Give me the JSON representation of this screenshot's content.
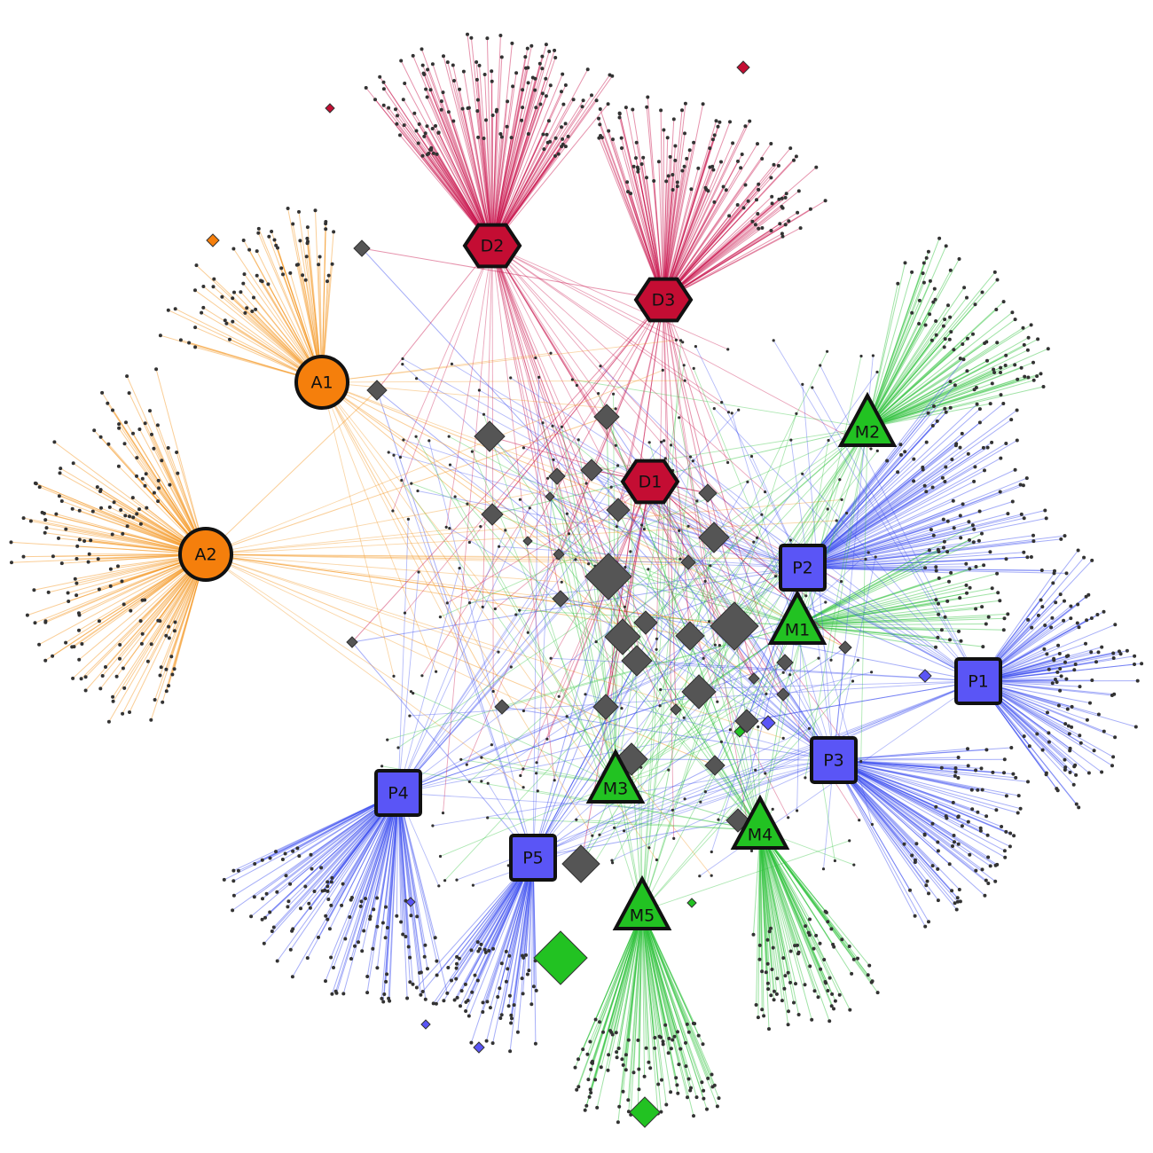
{
  "groups": {
    "A": {
      "color": "#f39219",
      "hub_fill": "#f57f0c",
      "kind": "circle"
    },
    "D": {
      "color": "#c8104a",
      "hub_fill": "#c40d33",
      "kind": "hexagon"
    },
    "M": {
      "color": "#2cc23a",
      "hub_fill": "#22c222",
      "kind": "triangle"
    },
    "P": {
      "color": "#3a4cf0",
      "hub_fill": "#5a55f6",
      "kind": "square"
    }
  },
  "hubs": [
    {
      "id": "A1",
      "label": "A1",
      "group": "A"
    },
    {
      "id": "A2",
      "label": "A2",
      "group": "A"
    },
    {
      "id": "D1",
      "label": "D1",
      "group": "D"
    },
    {
      "id": "D2",
      "label": "D2",
      "group": "D"
    },
    {
      "id": "D3",
      "label": "D3",
      "group": "D"
    },
    {
      "id": "M1",
      "label": "M1",
      "group": "M"
    },
    {
      "id": "M2",
      "label": "M2",
      "group": "M"
    },
    {
      "id": "M3",
      "label": "M3",
      "group": "M"
    },
    {
      "id": "M4",
      "label": "M4",
      "group": "M"
    },
    {
      "id": "M5",
      "label": "M5",
      "group": "M"
    },
    {
      "id": "P1",
      "label": "P1",
      "group": "P"
    },
    {
      "id": "P2",
      "label": "P2",
      "group": "P"
    },
    {
      "id": "P3",
      "label": "P3",
      "group": "P"
    },
    {
      "id": "P4",
      "label": "P4",
      "group": "P"
    },
    {
      "id": "P5",
      "label": "P5",
      "group": "P"
    }
  ],
  "shared_node_color": "#555555",
  "leaf_node_color": "#333333"
}
